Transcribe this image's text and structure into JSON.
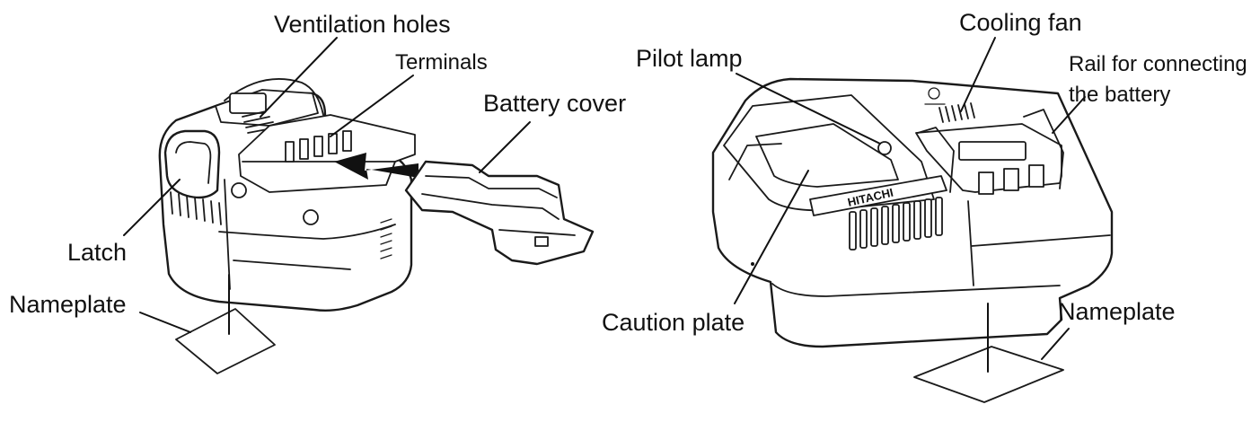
{
  "battery": {
    "labels": {
      "ventilation_holes": "Ventilation holes",
      "terminals": "Terminals",
      "battery_cover": "Battery cover",
      "latch": "Latch",
      "nameplate": "Nameplate"
    }
  },
  "charger": {
    "labels": {
      "pilot_lamp": "Pilot lamp",
      "cooling_fan": "Cooling fan",
      "rail_line1": "Rail for connecting",
      "rail_line2": "the battery",
      "caution_plate": "Caution plate",
      "nameplate": "Nameplate"
    },
    "brand_logo": "HITACHI"
  },
  "colors": {
    "ink": "#111111",
    "background": "#ffffff"
  }
}
